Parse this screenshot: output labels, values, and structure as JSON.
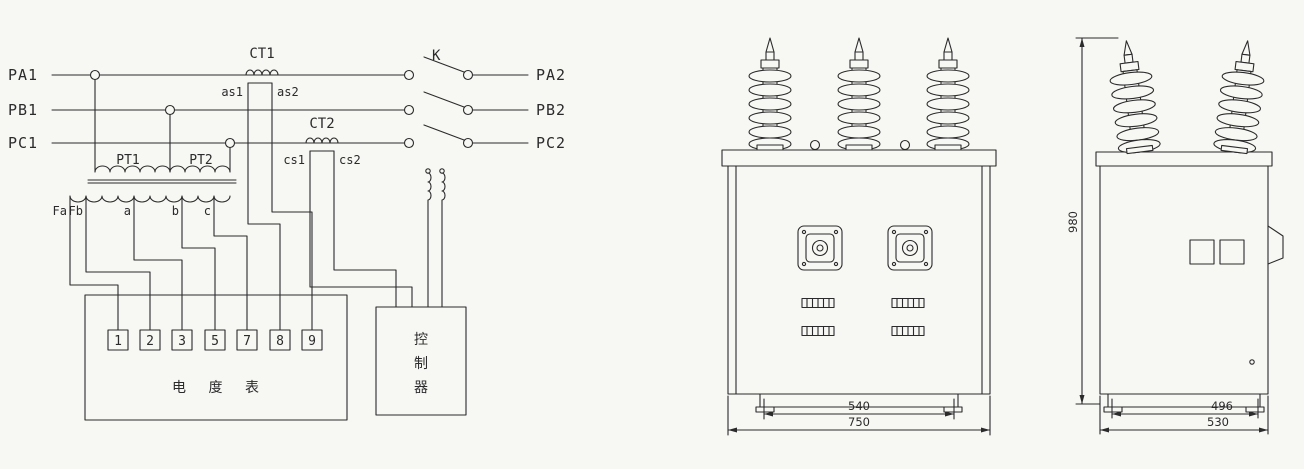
{
  "schematic": {
    "phase_in": [
      "PA1",
      "PB1",
      "PC1"
    ],
    "phase_out": [
      "PA2",
      "PB2",
      "PC2"
    ],
    "ct1_label": "CT1",
    "ct2_label": "CT2",
    "switch_label": "K",
    "ct1_terminals": [
      "as1",
      "as2"
    ],
    "ct2_terminals": [
      "cs1",
      "cs2"
    ],
    "pt_labels": [
      "PT1",
      "PT2"
    ],
    "pt_terminals": [
      "Fa",
      "Fb",
      "a",
      "b",
      "c"
    ],
    "meter": {
      "label": "电 度 表",
      "terminals": [
        "1",
        "2",
        "3",
        "5",
        "7",
        "8",
        "9"
      ]
    },
    "controller": {
      "label": "控制器",
      "chars": [
        "控",
        "制",
        "器"
      ]
    }
  },
  "front_view": {
    "dim_inner_width": "540",
    "dim_outer_width": "750"
  },
  "side_view": {
    "dim_height": "980",
    "dim_inner_width": "496",
    "dim_outer_width": "530"
  },
  "colors": {
    "ink": "#2b2b2b",
    "paper": "#f7f7f4"
  }
}
